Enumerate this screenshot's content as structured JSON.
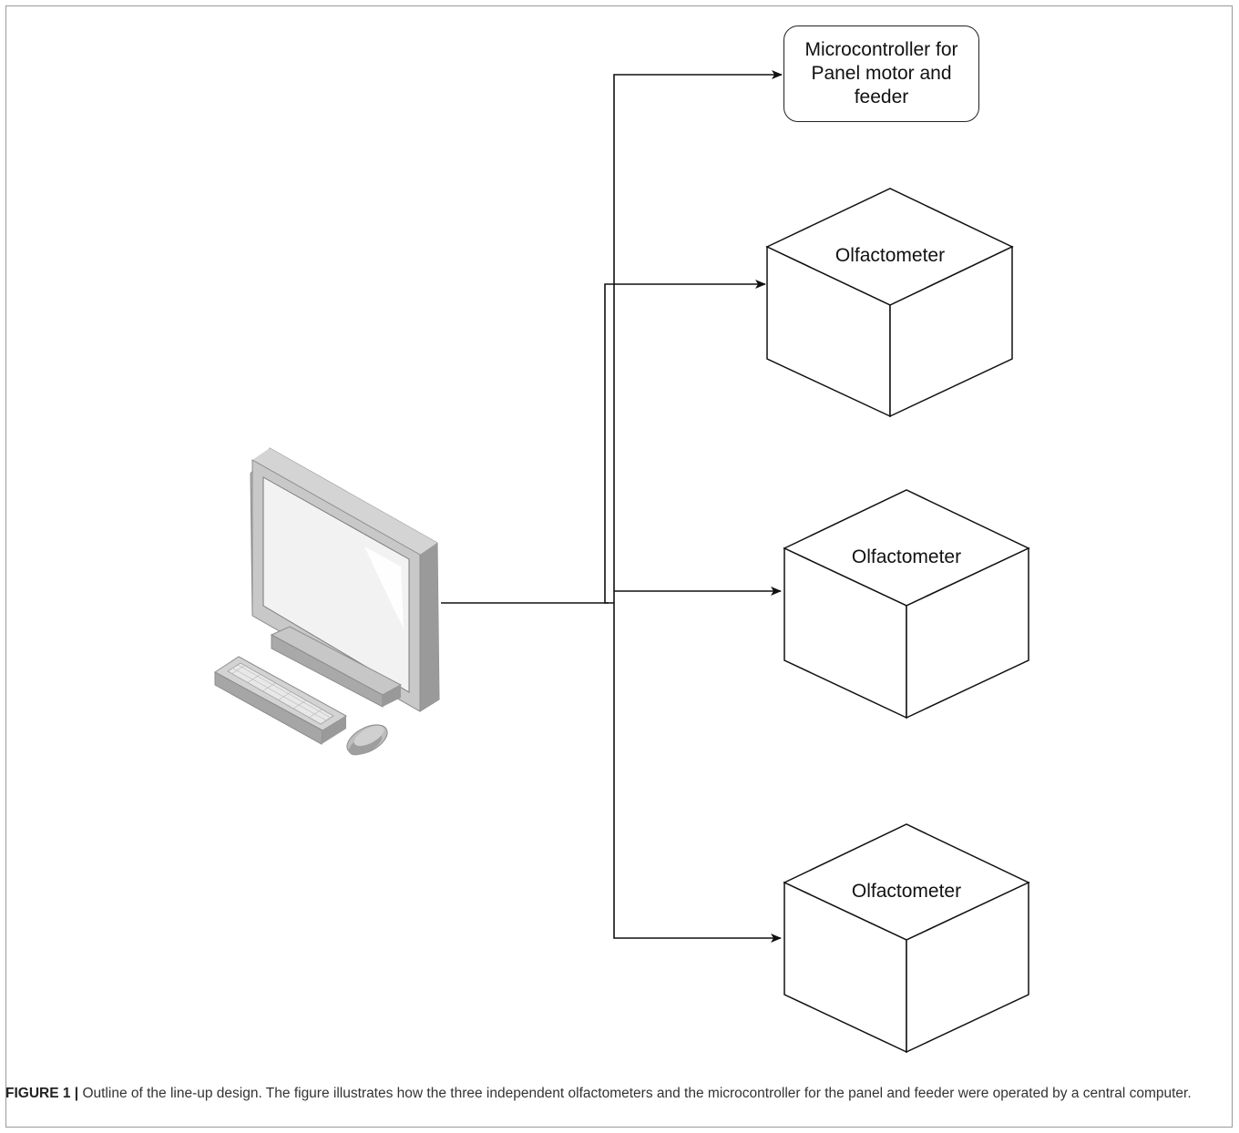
{
  "diagram": {
    "nodes": {
      "computer": {
        "icon": "desktop-computer-icon"
      },
      "microcontroller": {
        "label": "Microcontroller for Panel motor and feeder"
      },
      "olfactometer_1": {
        "label": "Olfactometer"
      },
      "olfactometer_2": {
        "label": "Olfactometer"
      },
      "olfactometer_3": {
        "label": "Olfactometer"
      }
    },
    "edges": [
      {
        "from": "computer",
        "to": "microcontroller"
      },
      {
        "from": "computer",
        "to": "olfactometer_1"
      },
      {
        "from": "computer",
        "to": "olfactometer_2"
      },
      {
        "from": "computer",
        "to": "olfactometer_3"
      }
    ]
  },
  "caption": {
    "label": "FIGURE 1 |",
    "text": "Outline of the line-up design. The figure illustrates how the three independent olfactometers and the microcontroller for the panel and feeder were operated by a central computer."
  }
}
